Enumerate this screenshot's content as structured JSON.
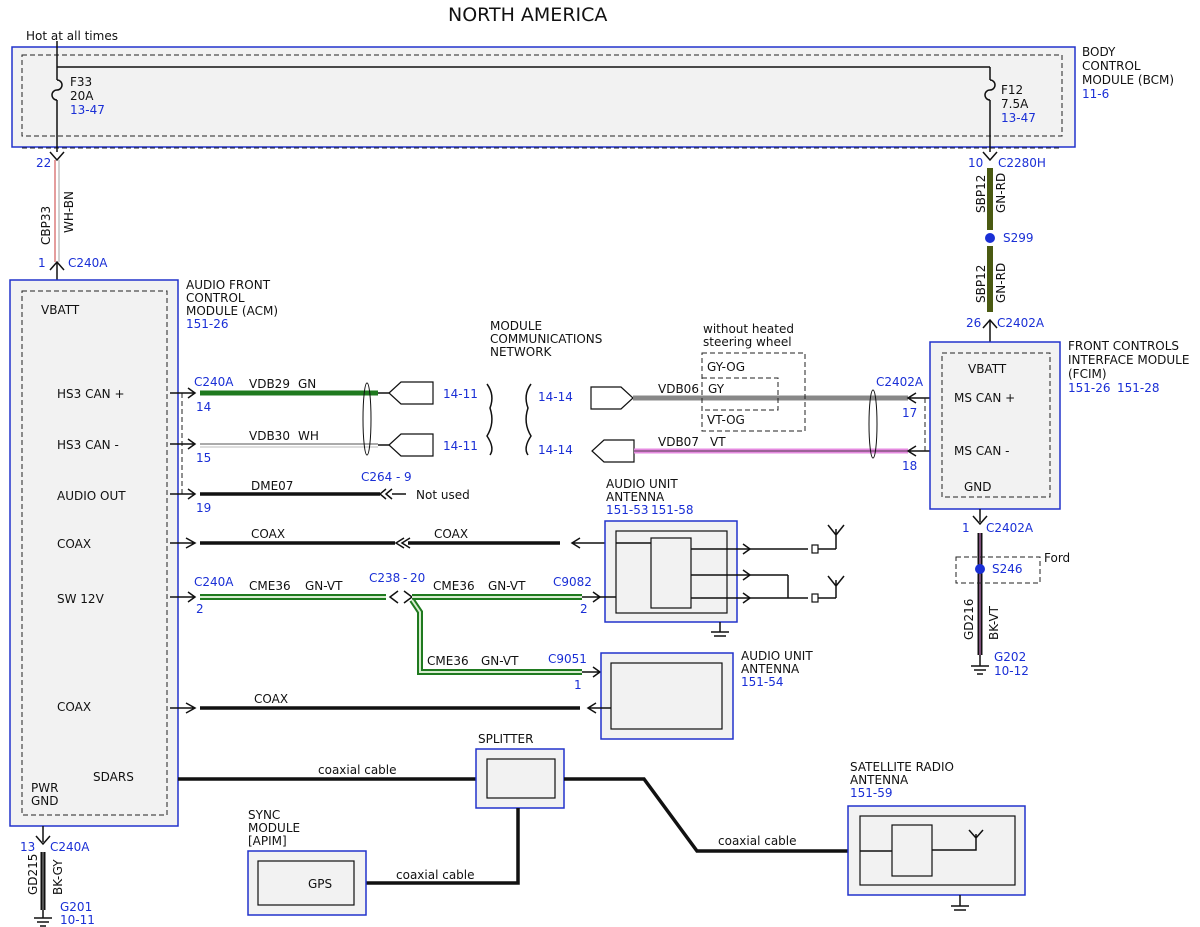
{
  "title": "NORTH AMERICA",
  "hot_label": "Hot at all times",
  "bcm": {
    "l1": "BODY",
    "l2": "CONTROL",
    "l3": "MODULE (BCM)",
    "ref": "11-6"
  },
  "f33": {
    "name": "F33",
    "amp": "20A",
    "ref": "13-47"
  },
  "f12": {
    "name": "F12",
    "amp": "7.5A",
    "ref": "13-47"
  },
  "pin22": "22",
  "wire_cbp33": "CBP33",
  "wire_whbn": "WH-BN",
  "pin1": "1",
  "c240a": "C240A",
  "pin10": "10",
  "c2280h": "C2280H",
  "sbp12": "SBP12",
  "gnrd": "GN-RD",
  "s299": "S299",
  "pin26": "26",
  "c2402a": "C2402A",
  "acm": {
    "l1": "AUDIO FRONT",
    "l2": "CONTROL",
    "l3": "MODULE (ACM)",
    "ref": "151-26"
  },
  "acm_pins": {
    "vbatt": "VBATT",
    "hs3p": "HS3 CAN +",
    "hs3n": "HS3 CAN -",
    "audio_out": "AUDIO OUT",
    "coax1": "COAX",
    "sw12v": "SW 12V",
    "coax2": "COAX",
    "sdars": "SDARS",
    "pwr": "PWR",
    "gnd": "GND"
  },
  "mcn": {
    "l1": "MODULE",
    "l2": "COMMUNICATIONS",
    "l3": "NETWORK"
  },
  "without_heated": {
    "l1": "without heated",
    "l2": "steering wheel"
  },
  "gy_og": "GY-OG",
  "vt_og": "VT-OG",
  "fcim": {
    "l1": "FRONT CONTROLS",
    "l2": "INTERFACE MODULE",
    "l3": "(FCIM)",
    "ref1": "151-26",
    "ref2": "151-28"
  },
  "fcim_pins": {
    "vbatt": "VBATT",
    "msp": "MS CAN +",
    "msn": "MS CAN -",
    "gnd": "GND"
  },
  "pin14": "14",
  "vdb29": "VDB29",
  "gn": "GN",
  "ref_1411": "14-11",
  "ref_1414": "14-14",
  "vdb06": "VDB06",
  "gy": "GY",
  "pin17": "17",
  "pin15": "15",
  "vdb30": "VDB30",
  "wh": "WH",
  "vdb07": "VDB07",
  "vt": "VT",
  "pin18": "18",
  "c264": "C264",
  "pin9": "9",
  "dash": "-",
  "pin19": "19",
  "dme07": "DME07",
  "not_used": "Not used",
  "coax": "COAX",
  "aua1": {
    "l1": "AUDIO UNIT",
    "l2": "ANTENNA",
    "ref1": "151-53",
    "ref2": "151-58"
  },
  "pin2": "2",
  "cme36": "CME36",
  "gnvt": "GN-VT",
  "c238": "C238",
  "pin20": "20",
  "c9082": "C9082",
  "c9051": "C9051",
  "aua2": {
    "l1": "AUDIO UNIT",
    "l2": "ANTENNA",
    "ref": "151-54"
  },
  "splitter": "SPLITTER",
  "coaxial": "coaxial cable",
  "sync": {
    "l1": "SYNC",
    "l2": "MODULE",
    "l3": "[APIM]",
    "gps": "GPS"
  },
  "sat": {
    "l1": "SATELLITE RADIO",
    "l2": "ANTENNA",
    "ref": "151-59"
  },
  "ford": "Ford",
  "s246": "S246",
  "gd216": "GD216",
  "bkvt": "BK-VT",
  "g202": "G202",
  "g202_ref": "10-12",
  "pin13": "13",
  "gd215": "GD215",
  "bkgy": "BK-GY",
  "g201": "G201",
  "g201_ref": "10-11",
  "colors": {
    "blue": "#1a2fd6",
    "green": "#1f7a1f",
    "olive": "#4a5a12",
    "gray": "#888888",
    "pink": "#e58ae0"
  }
}
